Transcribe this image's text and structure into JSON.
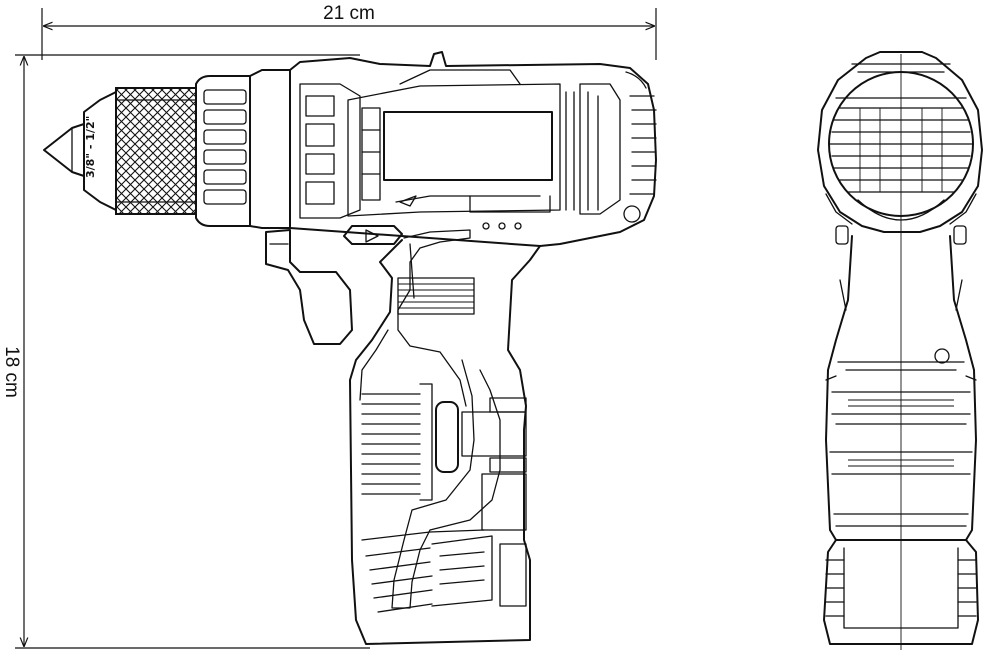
{
  "dimensions": {
    "width_label": "21 cm",
    "height_label": "18 cm"
  },
  "chuck_marking": "3/8\" - 1/2\"",
  "views": [
    "side-view",
    "front-view"
  ],
  "line_color": "#111111",
  "background": "#ffffff"
}
